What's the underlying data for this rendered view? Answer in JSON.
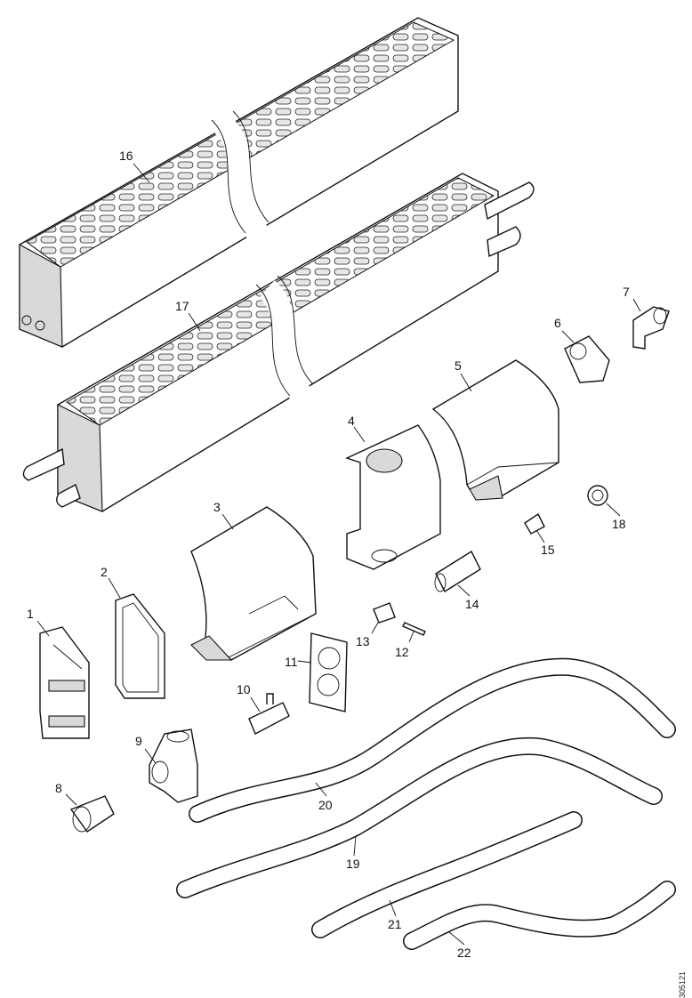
{
  "diagram": {
    "doc_id": "305121",
    "callouts": [
      "1",
      "2",
      "3",
      "4",
      "5",
      "6",
      "7",
      "8",
      "9",
      "10",
      "11",
      "12",
      "13",
      "14",
      "15",
      "16",
      "17",
      "18",
      "19",
      "20",
      "21",
      "22"
    ]
  }
}
